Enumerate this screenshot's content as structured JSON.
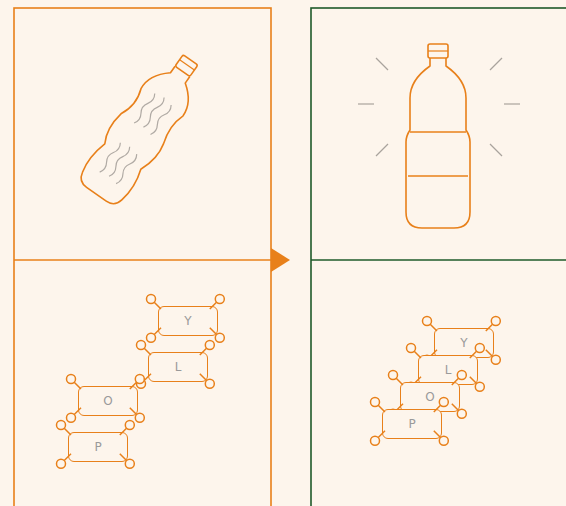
{
  "diagram": {
    "nodes": [
      {
        "text": [
          "Y"
        ]
      },
      {
        "text": [
          "L"
        ]
      },
      {
        "text": [
          "O"
        ]
      },
      {
        "text": [
          "P"
        ]
      },
      {
        "text": [
          "Y"
        ]
      },
      {
        "text": [
          "L"
        ]
      },
      {
        "text": [
          "O"
        ]
      },
      {
        "text": [
          "P"
        ]
      }
    ]
  }
}
